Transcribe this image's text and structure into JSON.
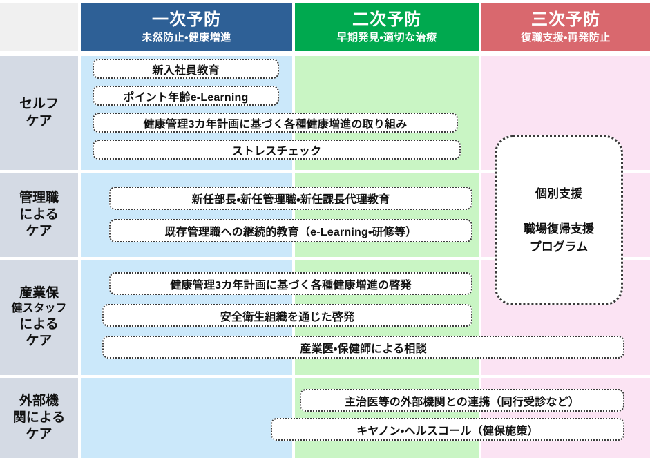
{
  "colors": {
    "header_primary": "#2E6096",
    "header_secondary": "#00A94F",
    "header_tertiary": "#D9686E",
    "band_primary": "#CBE8FA",
    "band_secondary": "#C9F5C4",
    "band_tertiary": "#FBE3F3",
    "row_label_bg": "#D4DAE4",
    "corner_bg": "#F0F0F0",
    "box_border": "#3A3A3A"
  },
  "header": {
    "corner_label": "",
    "columns": [
      {
        "main": "一次予防",
        "sub": "未然防止・健康増進"
      },
      {
        "main": "二次予防",
        "sub": "早期発見・適切な治療"
      },
      {
        "main": "三次予防",
        "sub": "復職支援・再発防止"
      }
    ]
  },
  "rows": [
    {
      "label_line1": "セルフ",
      "label_line2": "ケア",
      "label_line3": "",
      "label_line4": ""
    },
    {
      "label_line1": "管理職",
      "label_line2": "による",
      "label_line3": "ケア",
      "label_line4": ""
    },
    {
      "label_line1": "産業保",
      "label_line2": "健スタッフ",
      "label_line3": "による",
      "label_line4": "ケア"
    },
    {
      "label_line1": "外部機",
      "label_line2": "関による",
      "label_line3": "ケア",
      "label_line4": ""
    }
  ],
  "items": {
    "row1": [
      "新入社員教育",
      "ポイント年齢e-Learning",
      "健康管理3カ年計画に基づく各種健康増進の取り組み",
      "ストレスチェック"
    ],
    "row2": [
      "新任部長・新任管理職・新任課長代理教育",
      "既存管理職への継続的教育（e-Learning・研修等）"
    ],
    "row3": [
      "健康管理3カ年計画に基づく各種健康増進の啓発",
      "安全衛生組織を通じた啓発",
      "産業医・保健師による相談"
    ],
    "row4": [
      "主治医等の外部機関との連携（同行受診など）",
      "キヤノン・ヘルスコール（健保施策）"
    ]
  },
  "tertiary_card": {
    "line1": "個別支援",
    "line2": "職場復帰支援",
    "line3": "プログラム"
  }
}
